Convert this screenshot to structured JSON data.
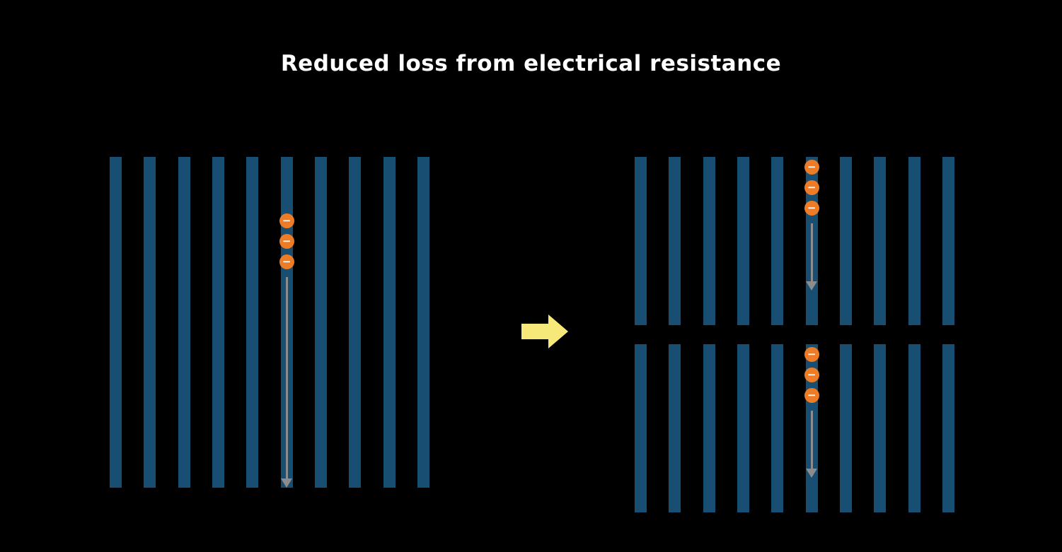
{
  "title": "Reduced loss from electrical resistance",
  "electron_symbol": "−",
  "colors": {
    "background": "#000000",
    "bar": "#174e71",
    "electron_fill": "#ee7c26",
    "electron_symbol_color": "#ffffff",
    "flow_arrow": "#8c8c8c",
    "transition_arrow": "#f6e97a",
    "title": "#ffffff"
  },
  "panels": [
    {
      "id": "full-cell",
      "bar_count": 10,
      "electron_bar_index": 5,
      "electrons": 3,
      "flow_length": "long"
    },
    {
      "id": "half-cell-top",
      "bar_count": 10,
      "electron_bar_index": 5,
      "electrons": 3,
      "flow_length": "short"
    },
    {
      "id": "half-cell-bottom",
      "bar_count": 10,
      "electron_bar_index": 5,
      "electrons": 3,
      "flow_length": "short"
    }
  ],
  "transition_arrow": {
    "direction": "right"
  }
}
